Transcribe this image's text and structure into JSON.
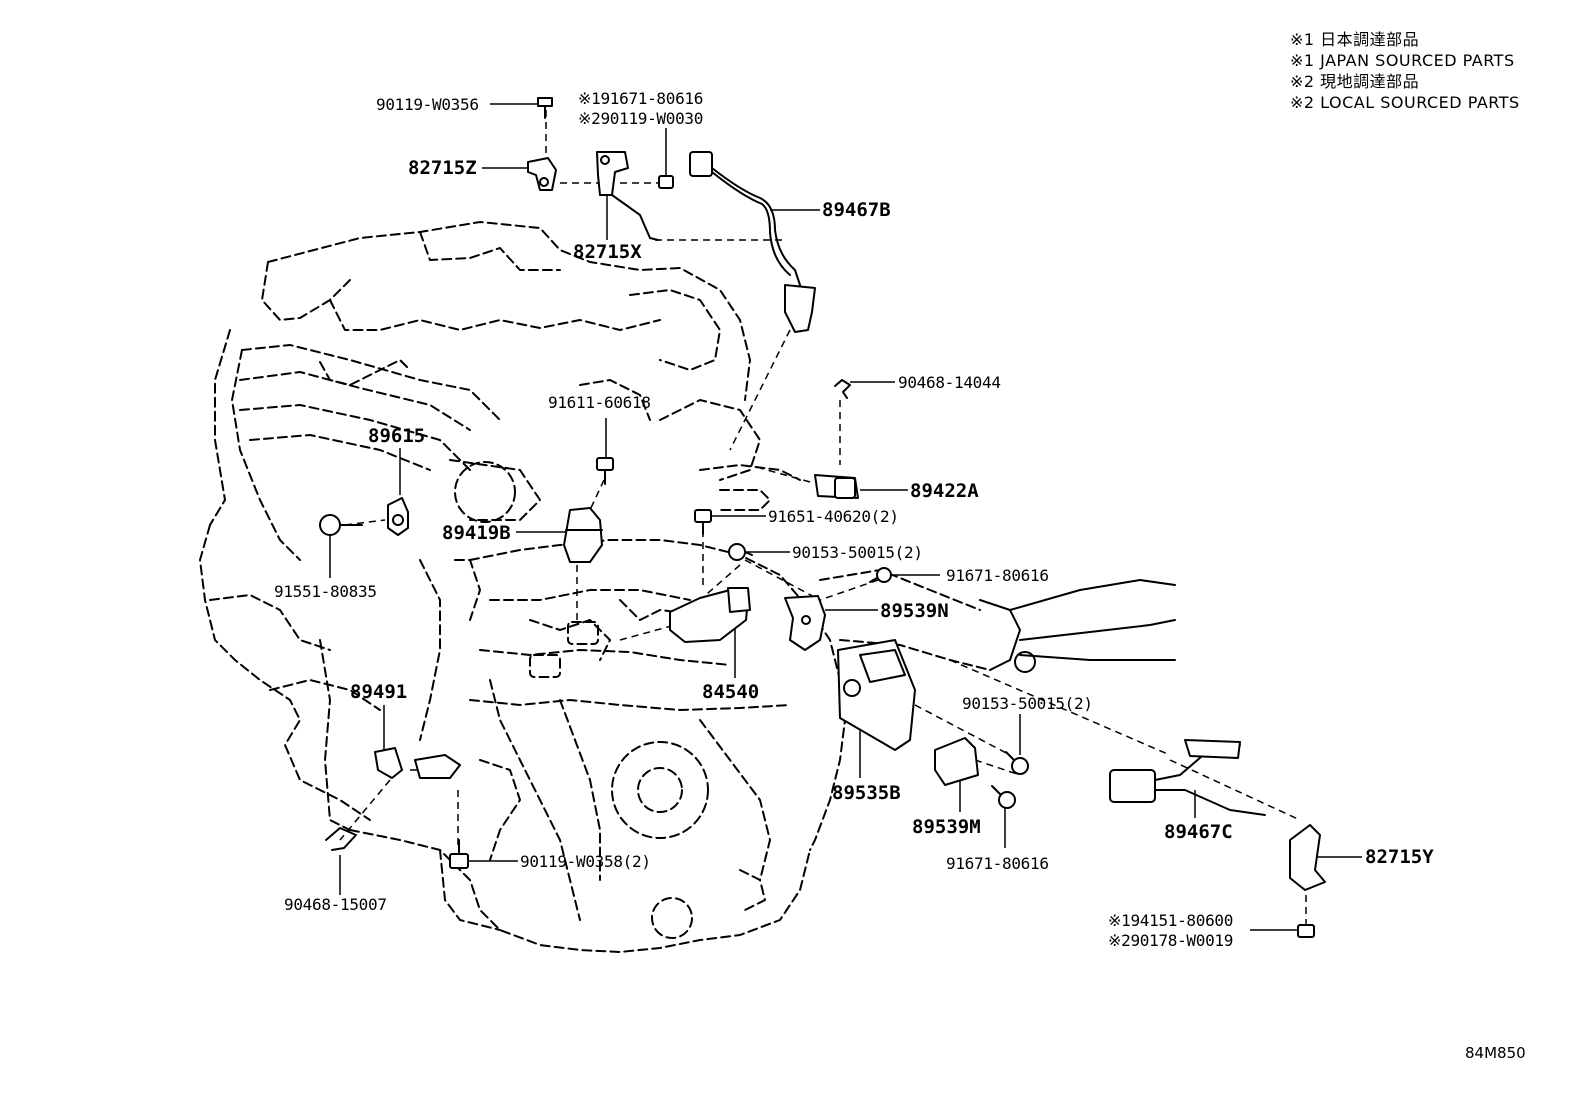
{
  "legend": {
    "line1": "※1 日本調達部品",
    "line2": "※1 JAPAN SOURCED PARTS",
    "line3": "※2 現地調達部品",
    "line4": "※2 LOCAL SOURCED PARTS"
  },
  "labels": {
    "p90119_W0356": "90119-W0356",
    "p191671_80616": "※191671-80616",
    "p290119_W0030": "※290119-W0030",
    "p82715Z": "82715Z",
    "p89467B": "89467B",
    "p82715X": "82715X",
    "p90468_14044": "90468-14044",
    "p91611_60618": "91611-60618",
    "p89615": "89615",
    "p89422A": "89422A",
    "p91651_40620": "91651-40620(2)",
    "p89419B": "89419B",
    "p90153_50015_a": "90153-50015(2)",
    "p91671_80616_a": "91671-80616",
    "p91551_80835": "91551-80835",
    "p89539N": "89539N",
    "p89491": "89491",
    "p84540": "84540",
    "p90153_50015_b": "90153-50015(2)",
    "p89535B": "89535B",
    "p89539M": "89539M",
    "p89467C": "89467C",
    "p82715Y": "82715Y",
    "p91671_80616_b": "91671-80616",
    "p90119_W0358": "90119-W0358(2)",
    "p90468_15007": "90468-15007",
    "p194151_80600": "※194151-80600",
    "p290178_W0019": "※290178-W0019"
  },
  "diagram_code": "84M850"
}
